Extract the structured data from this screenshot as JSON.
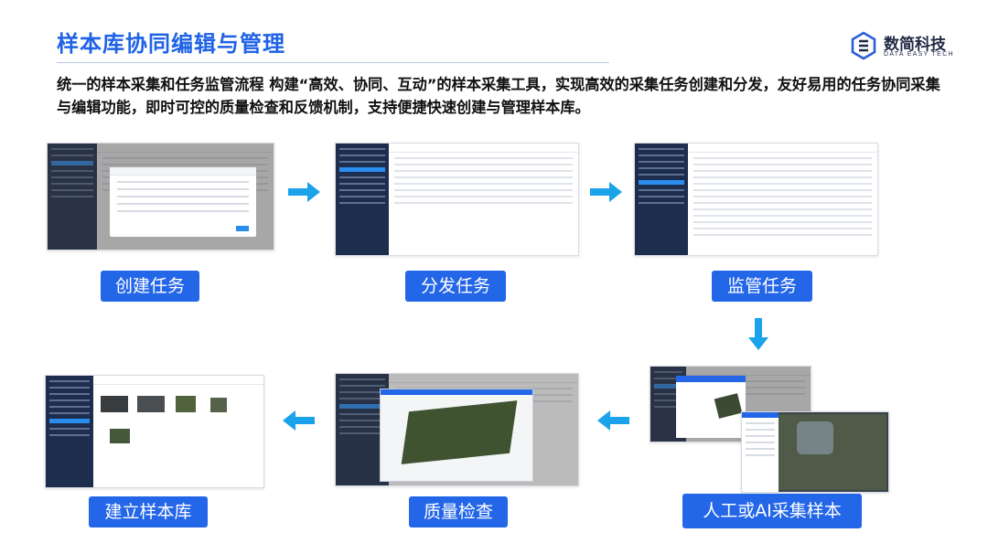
{
  "header": {
    "title": "样本库协同编辑与管理",
    "logo_cn": "数简科技",
    "logo_en": "DATA EASY TECH"
  },
  "description": "统一的样本采集和任务监管流程  构建“高效、协同、互动”的样本采集工具，实现高效的采集任务创建和分发，友好易用的任务协同采集与编辑功能，即时可控的质量检查和反馈机制，支持便捷快速创建与管理样本库。",
  "steps": [
    {
      "label": "创建任务"
    },
    {
      "label": "分发任务"
    },
    {
      "label": "监管任务"
    },
    {
      "label": "人工或AI采集样本"
    },
    {
      "label": "质量检查"
    },
    {
      "label": "建立样本库"
    }
  ],
  "colors": {
    "accent": "#2366e8",
    "title": "#1e62e6",
    "arrow": "#1aa3ea"
  }
}
